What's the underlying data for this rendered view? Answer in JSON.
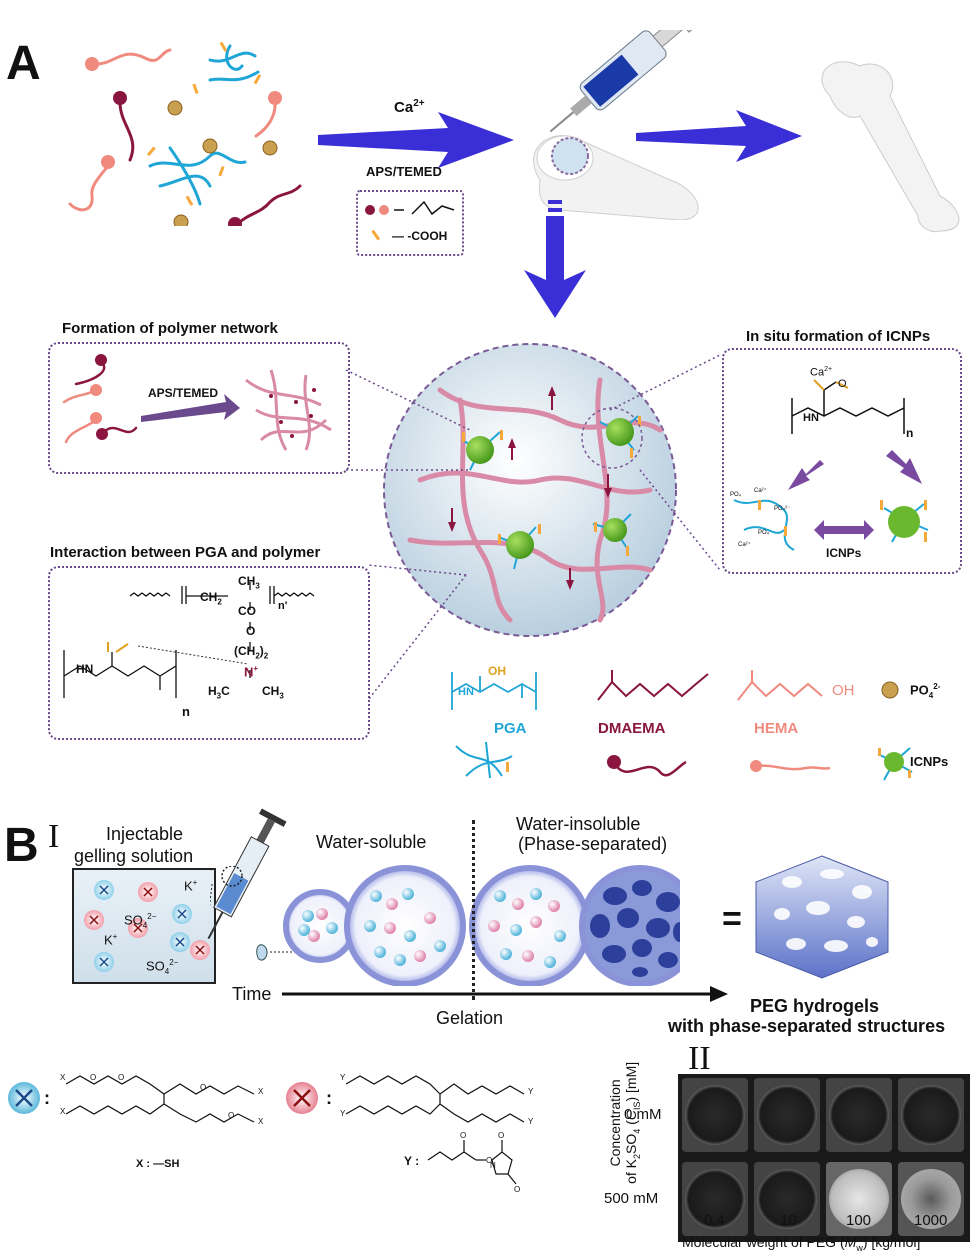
{
  "panel_a": {
    "letter": "A",
    "reagent_top": "Ca",
    "reagent_top_sup": "2+",
    "reagent_bottom": "APS/TEMED",
    "legend_cooh": "— -COOH",
    "network_title": "Formation of  polymer network",
    "network_arrow_label": "APS/TEMED",
    "icnp_title": "In situ formation of ICNPs",
    "icnp_ca": "Ca",
    "icnp_ca_sup": "2+",
    "icnp_o": "O",
    "icnp_hn": "HN",
    "icnp_n": "n",
    "icnp_label": "ICNPs",
    "interaction_title": "Interaction between PGA and polymer",
    "chem_ch3_top": "CH",
    "chem_ch2": "CH",
    "chem_co": "CO",
    "chem_nprime": "n'",
    "chem_o": "O",
    "chem_ch2_2": "(CH",
    "chem_nplus": "N",
    "chem_h3c": "H",
    "chem_ch3_right": "CH",
    "chem_hn": "HN",
    "chem_n": "n",
    "legend": {
      "pga": "PGA",
      "dmaema": "DMAEMA",
      "hema": "HEMA",
      "po4": "PO",
      "po4_sub": "4",
      "po4_sup": "2-",
      "icnps": "ICNPs",
      "oh": "OH",
      "nh": "HN"
    },
    "colors": {
      "arrow_blue": "#3a2fd6",
      "pga_blue": "#1fa6d6",
      "dmaema": "#8a1640",
      "hema": "#f08a7e",
      "icnp_green": "#6ab82e",
      "po4": "#c8a050",
      "network_pink": "#d98aa6",
      "box_purple": "#6a4a8c"
    }
  },
  "panel_b": {
    "letter": "B",
    "roman_1": "I",
    "roman_2": "II",
    "injectable_line1": "Injectable",
    "injectable_line2": "gelling solution",
    "ion_k1": "K",
    "ion_k2": "K",
    "ion_so4_1": "SO",
    "ion_so4_2": "SO",
    "water_soluble": "Water-soluble",
    "water_insoluble_1": "Water-insoluble",
    "water_insoluble_2": "(Phase-separated)",
    "equals": "=",
    "time": "Time",
    "gelation": "Gelation",
    "result_1": "PEG hydrogels",
    "result_2": "with phase-separated structures",
    "struct_x_label": "X : —SH",
    "struct_y_label": "Y :",
    "struct_colon": ":",
    "grid": {
      "row_labels": [
        "0 mM",
        "500 mM"
      ],
      "col_labels": [
        "0.4",
        "10",
        "100",
        "1000"
      ],
      "y_axis_1": "Concentration",
      "y_axis_2": "of K",
      "x_axis": "Molecular weight of PEG"
    }
  }
}
